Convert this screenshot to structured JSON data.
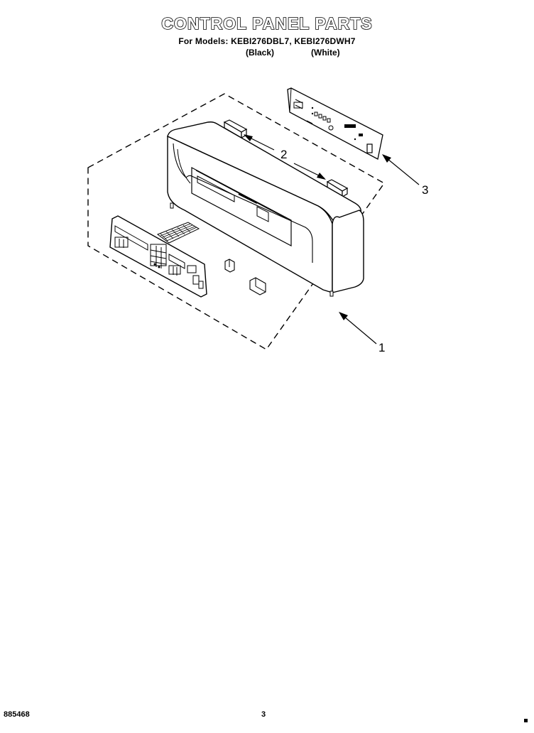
{
  "header": {
    "title": "CONTROL PANEL PARTS",
    "models_line": "For Models: KEBI276DBL7, KEBI276DWH7",
    "variant_black": "(Black)",
    "variant_white": "(White)"
  },
  "callouts": {
    "one": "1",
    "two": "2",
    "three": "3"
  },
  "footer": {
    "doc_number": "885468",
    "page_number": "3"
  }
}
